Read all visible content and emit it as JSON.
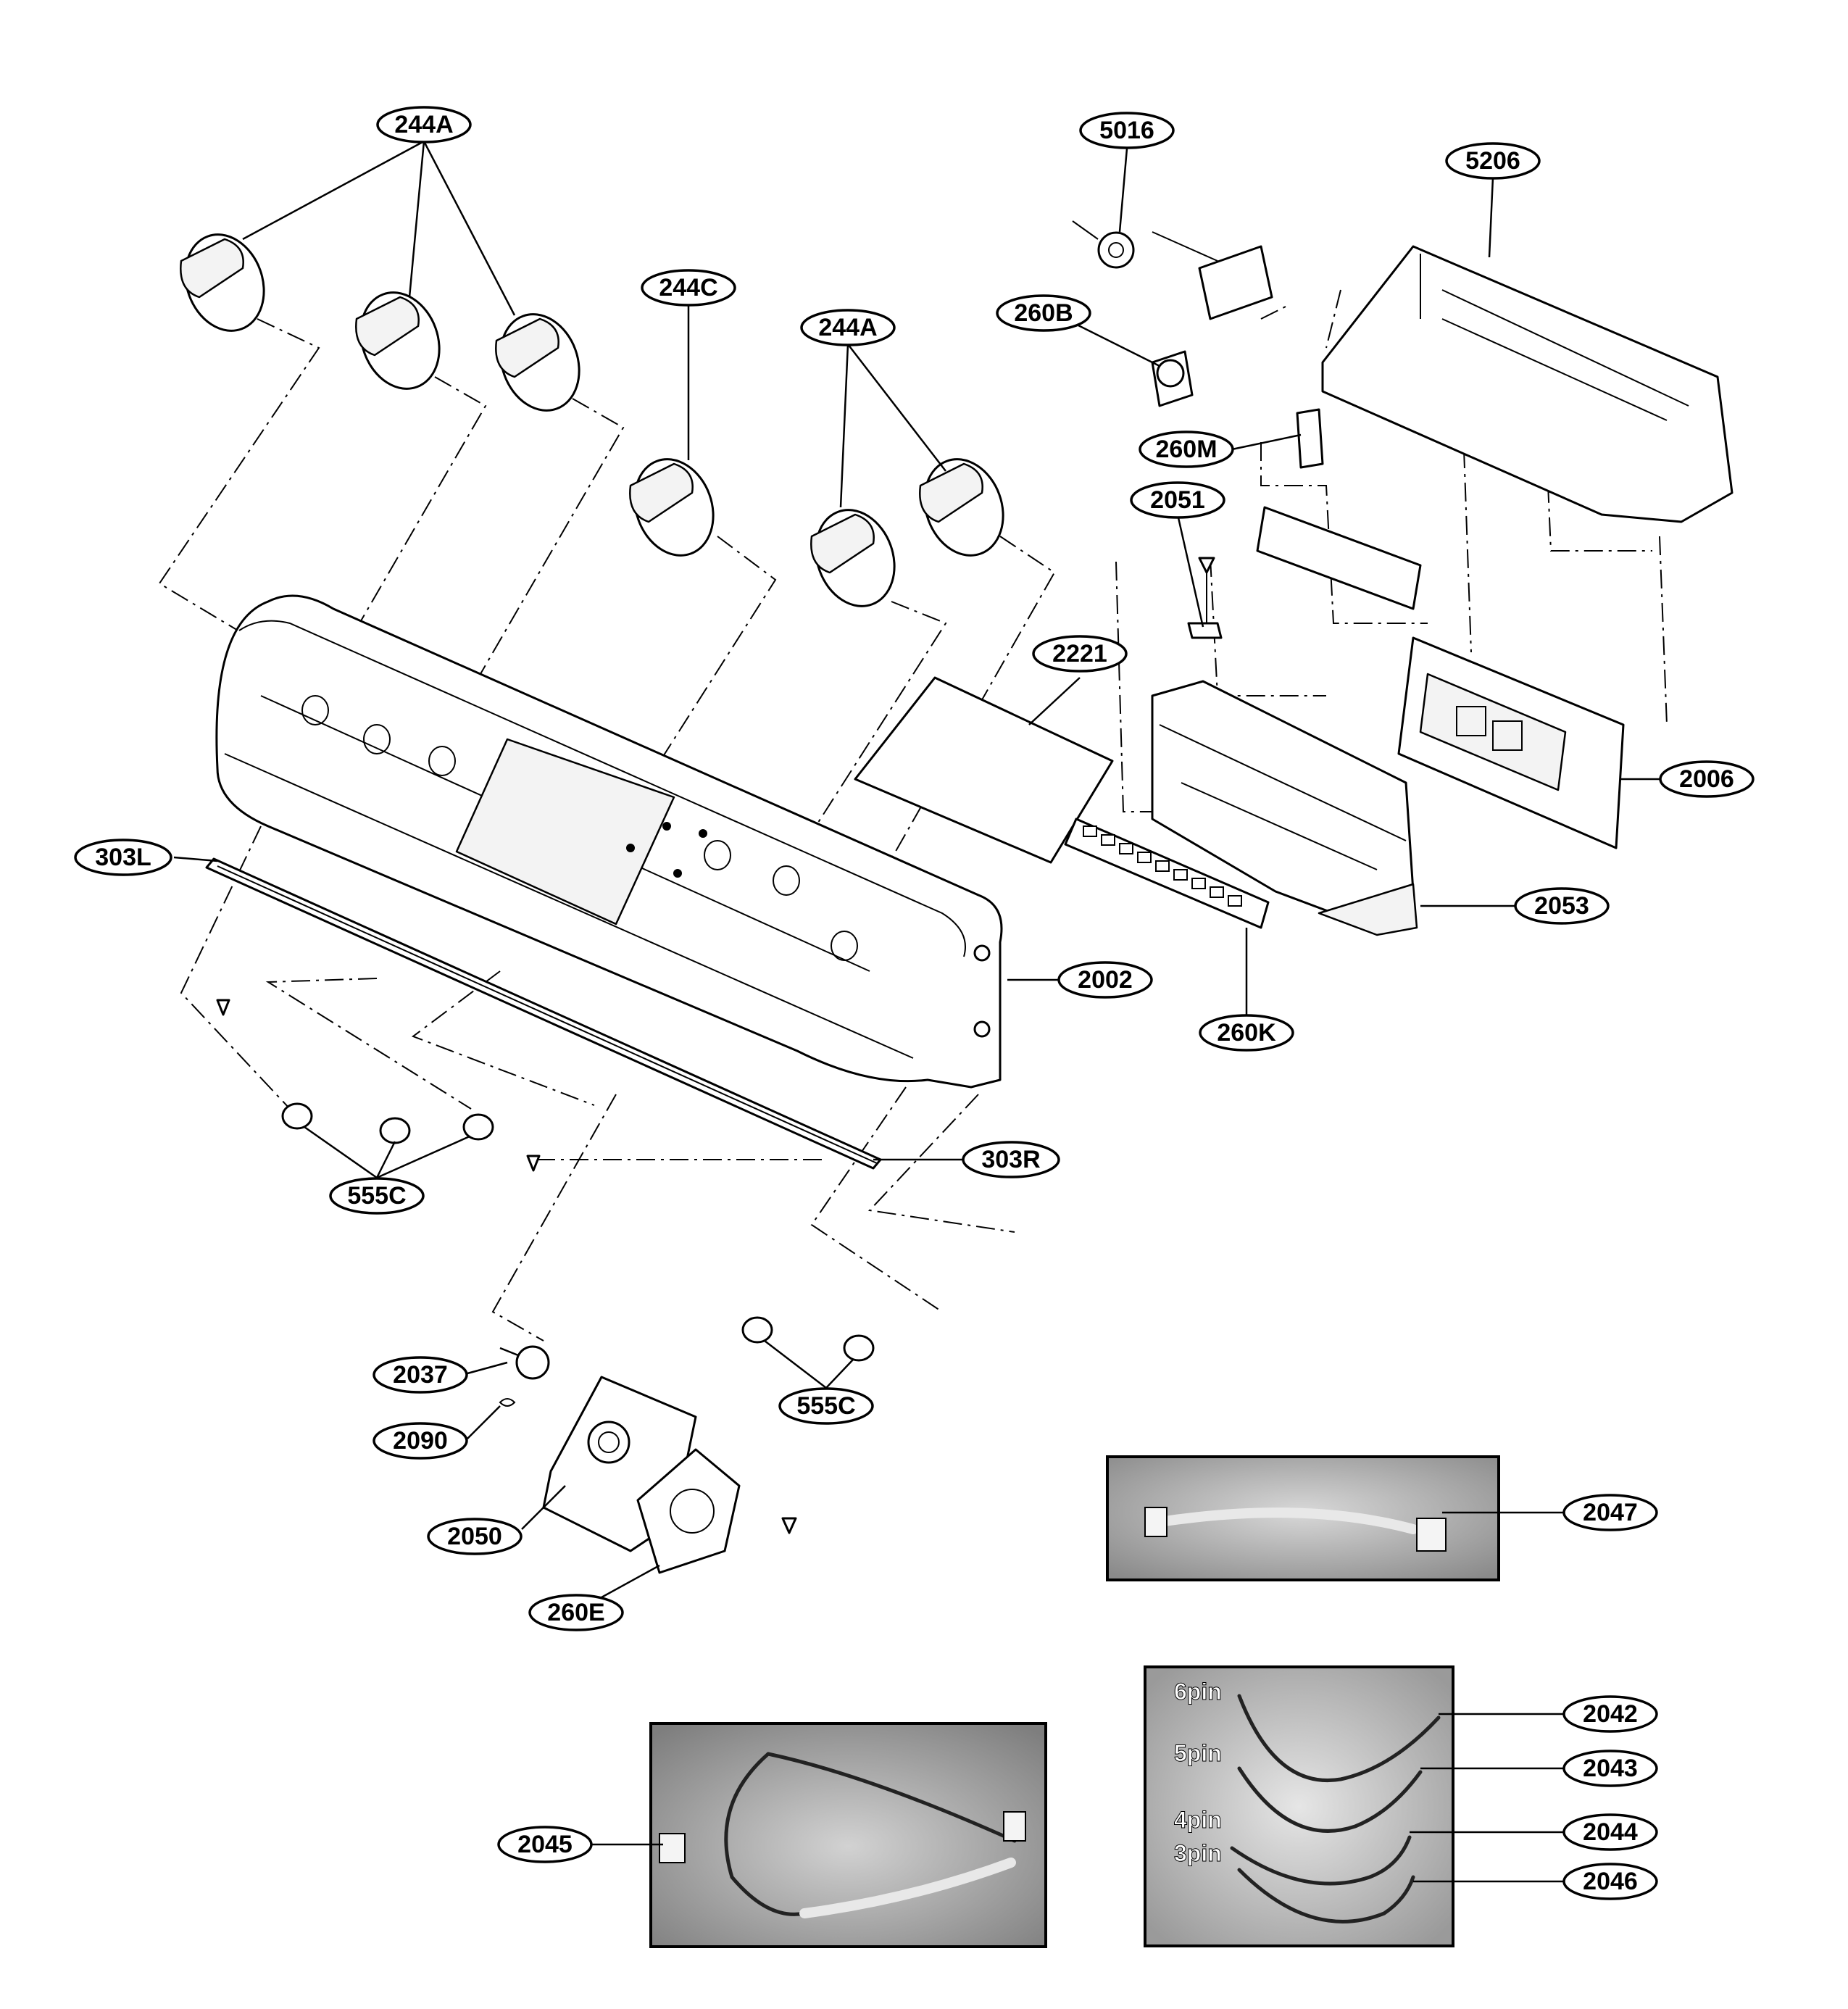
{
  "callouts": {
    "c244A_top": "244A",
    "c244C": "244C",
    "c244A_mid": "244A",
    "c5016": "5016",
    "c5206": "5206",
    "c260B": "260B",
    "c260M": "260M",
    "c2051": "2051",
    "c2221": "2221",
    "c2006": "2006",
    "c2053": "2053",
    "c303L": "303L",
    "c2002": "2002",
    "c260K": "260K",
    "c303R": "303R",
    "c555C_left": "555C",
    "c555C_right": "555C",
    "c2037": "2037",
    "c2090": "2090",
    "c2050": "2050",
    "c260E": "260E",
    "c2047": "2047",
    "c2042": "2042",
    "c2043": "2043",
    "c2044": "2044",
    "c2046": "2046",
    "c2045": "2045"
  },
  "pin_labels": {
    "six": "6pin",
    "five": "5pin",
    "four": "4pin",
    "three": "3pin"
  }
}
